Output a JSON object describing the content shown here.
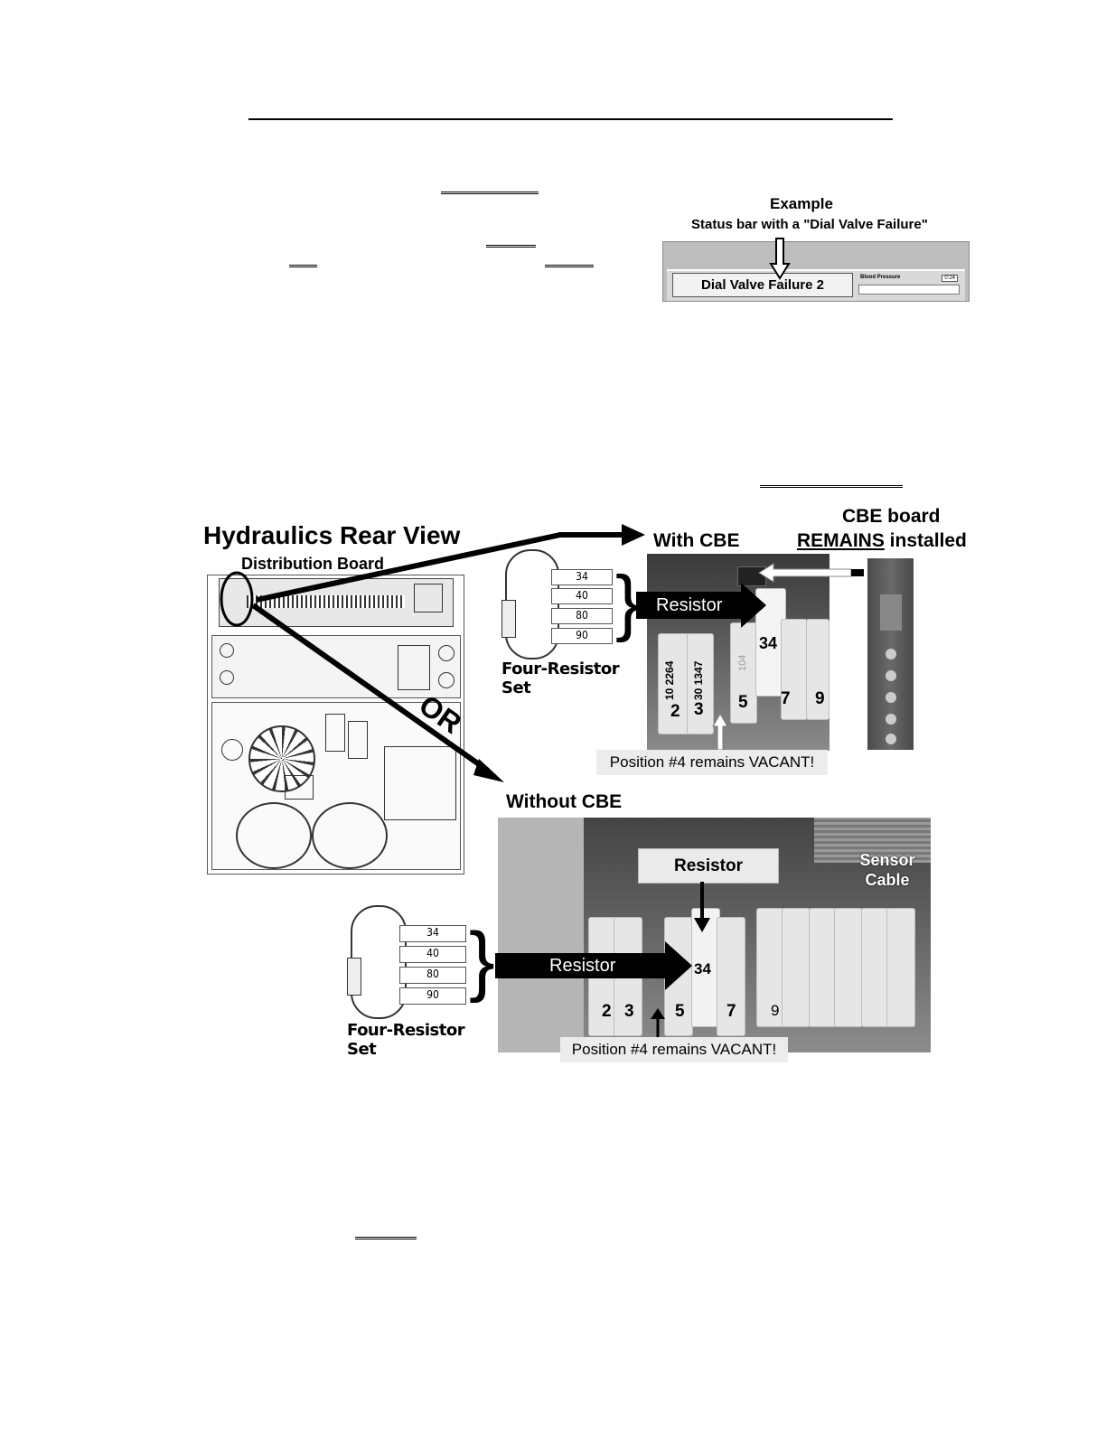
{
  "example": {
    "title": "Example",
    "caption": "Status bar with a \"Dial Valve Failure\"",
    "status_text": "Dial Valve Failure 2",
    "side_label": "Blood Pressure",
    "side_value": "0:24"
  },
  "diagram": {
    "hydraulics_title": "Hydraulics Rear View",
    "distribution_board": "Distribution Board",
    "or_label": "OR",
    "with_cbe": "With CBE",
    "cbe_board_line1": "CBE board",
    "cbe_board_remains": "REMAINS",
    "cbe_board_installed": " installed",
    "without_cbe": "Without CBE",
    "resistor_label": "Resistor",
    "sensor_cable": "Sensor Cable",
    "vacant_note": "Position #4 remains VACANT!",
    "four_resistor_set": "Four-Resistor Set",
    "resistor_values": [
      "34",
      "40",
      "80",
      "90"
    ],
    "positions_top": [
      "2",
      "3",
      "5",
      "7",
      "9"
    ],
    "installed_position": "34",
    "positions_bottom": [
      "2",
      "3",
      "5",
      "7",
      "9"
    ],
    "resistor_codes": [
      "10 2264",
      "30 1347",
      "104"
    ]
  }
}
